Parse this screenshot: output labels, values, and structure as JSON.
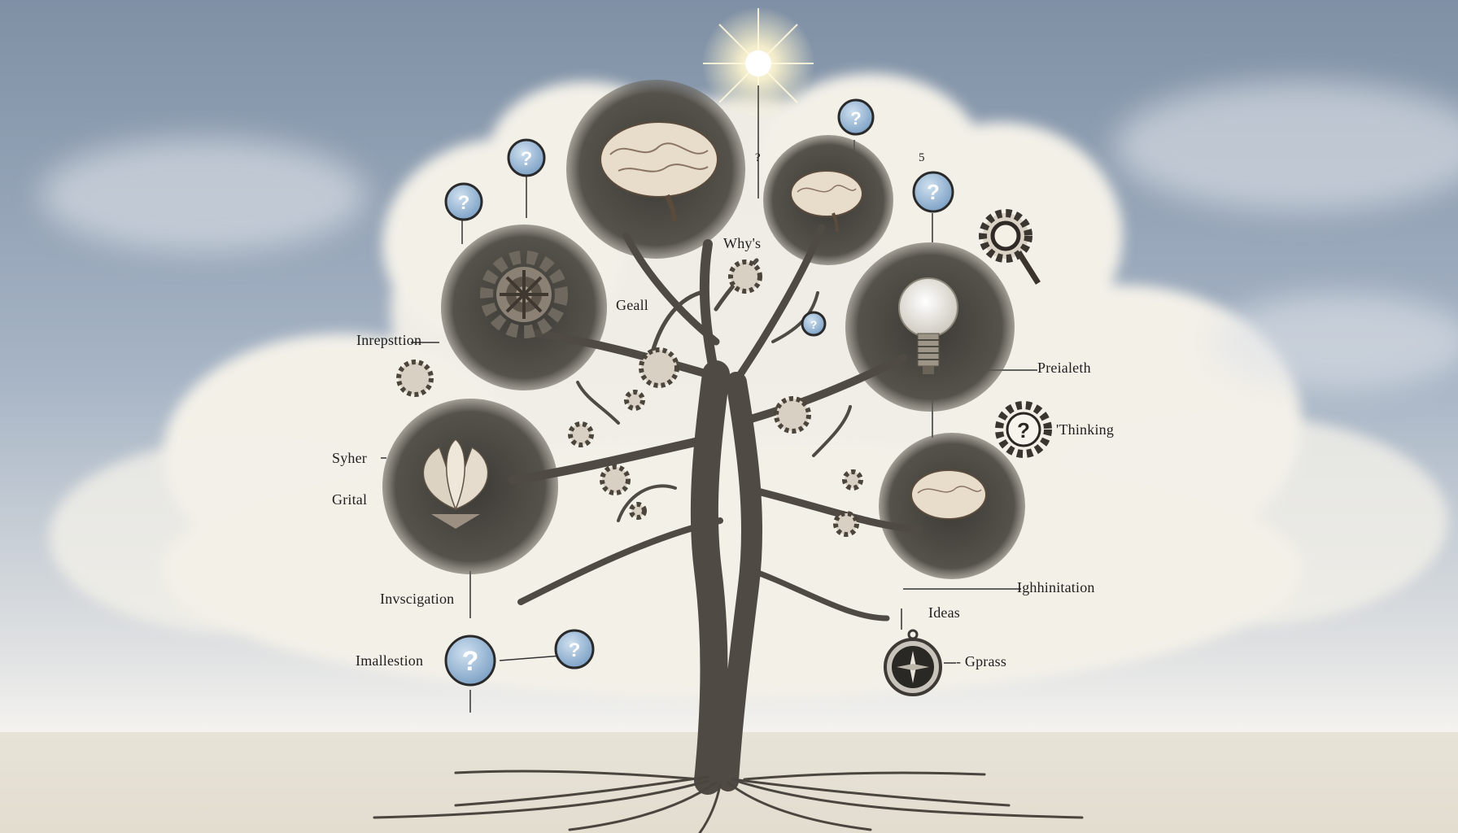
{
  "labels": {
    "whys": "Why's",
    "geall": "Geall",
    "inrepsttion": "Inrepsttion",
    "preialeth": "Preialeth",
    "thinking": "'Thinking",
    "syher": "Syher",
    "grital": "Grital",
    "invscigation": "Invscigation",
    "ighhinitation": "Ighhinitation",
    "ideas": "Ideas",
    "gprass": "- Gprass",
    "imalletion": "Imallestion",
    "small_digit": "5",
    "small_q": "?"
  },
  "icons": {
    "question_mark": "?",
    "colors": {
      "bubble_fill": "#8fb1d3",
      "dark_circle": "#4a4741",
      "sky_top": "#7d8fa4",
      "cloud": "#f4f1ea",
      "ground": "#e8e3d8",
      "trunk": "#5b554d"
    }
  }
}
